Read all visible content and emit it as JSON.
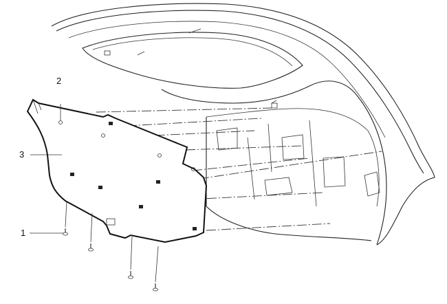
{
  "diagram": {
    "callouts": [
      {
        "label": "1",
        "part": "fastener"
      },
      {
        "label": "2",
        "part": "retainer"
      },
      {
        "label": "3",
        "part": "trim-panel"
      }
    ]
  }
}
